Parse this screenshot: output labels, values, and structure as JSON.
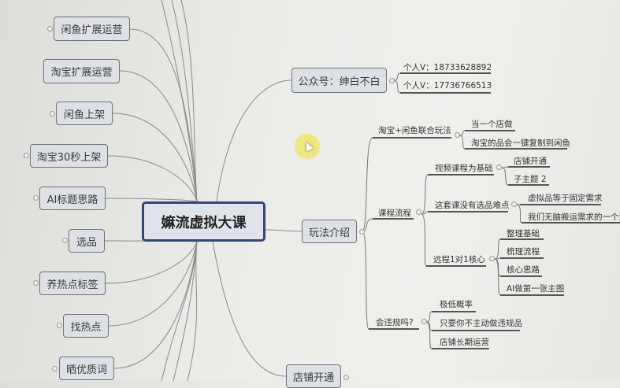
{
  "central_topic": "嫲流虚拟大课",
  "left_topics": [
    "闲鱼扩展运营",
    "淘宝扩展运营",
    "闲鱼上架",
    "淘宝30秒上架",
    "AI标题思路",
    "选品",
    "养热点标签",
    "找热点",
    "晒优质词"
  ],
  "right_topics": {
    "wechat": {
      "label": "公众号：绅白不白",
      "children": [
        "个人V：18733628892",
        "个人V：17736766513"
      ]
    },
    "gameplay": {
      "label": "玩法介绍",
      "children": [
        {
          "label": "淘宝+闲鱼联合玩法",
          "children": [
            "当一个店做",
            "淘宝的品会一键复制到闲鱼"
          ]
        },
        {
          "label": "课程流程",
          "children": [
            {
              "label": "视频课程为基础",
              "children": [
                "店铺开通",
                "子主题 2"
              ]
            },
            {
              "label": "这套课没有选品难点",
              "children": [
                "虚拟品等于固定需求",
                "我们无脑搬运需求的一个流程"
              ]
            },
            {
              "label": "远程1对1核心",
              "children": [
                "整理基础",
                "梳理流程",
                "核心思路",
                "AI做第一张主图"
              ]
            }
          ]
        },
        {
          "label": "会违规吗?",
          "children": [
            "极低概率",
            "只要你不主动做违规品",
            "店铺长期运营"
          ]
        }
      ]
    },
    "store": {
      "label": "店铺开通"
    }
  },
  "colors": {
    "central_border": "#34467a",
    "node_fill": "#dde0e4",
    "cursor_highlight": "#eee65a"
  },
  "icons": {
    "collapse": "collapse-circle-icon",
    "cursor": "mouse-pointer-icon"
  }
}
